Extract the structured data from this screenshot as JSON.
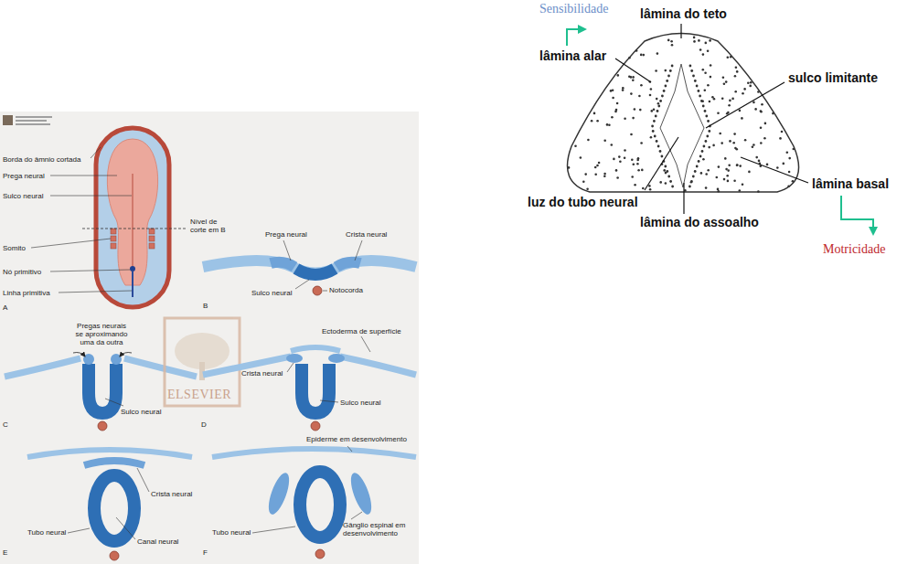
{
  "diagram": {
    "labels": [
      "Borda do âmnio cortada",
      "Prega neural",
      "Sulco neural",
      "Somito",
      "Nó primitivo",
      "Linha primitiva",
      "A",
      "Nível de corte em B",
      "Prega neural",
      "Crista neural",
      "Sulco neural",
      "Notocorda",
      "B",
      "Pregas neurais se aproximando uma da outra",
      "Sulco neural",
      "C",
      "ELSEVIER",
      "Ectoderma de superfície",
      "Crista neural",
      "Sulco neural",
      "D",
      "Crista neural",
      "Tubo neural",
      "Canal neural",
      "E",
      "Epiderme em desenvolvimento",
      "Tubo neural",
      "Gânglio espinal em desenvolvimento",
      "F",
      "Sensibilidade",
      "lâmina do teto",
      "lâmina alar",
      "sulco limitante",
      "luz do tubo neural",
      "lâmina basal",
      "lâmina do assoalho",
      "Motricidade"
    ]
  }
}
